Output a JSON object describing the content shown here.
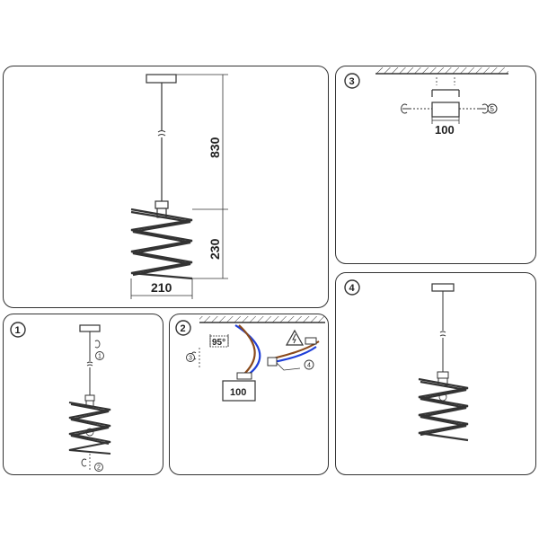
{
  "overview": {
    "height_cable": "830",
    "height_shade": "230",
    "width_shade": "210"
  },
  "step1": {
    "number": "1",
    "sub_a": "1",
    "sub_b": "2"
  },
  "step2": {
    "number": "2",
    "angle": "95°",
    "box_width": "100",
    "sub_a": "3",
    "sub_b": "4"
  },
  "step3": {
    "number": "3",
    "box_width": "100",
    "sub_a": "5"
  },
  "step4": {
    "number": "4"
  },
  "colors": {
    "wire_blue": "#1f3fd8",
    "wire_brown": "#8a4a1c",
    "outline": "#333333"
  }
}
